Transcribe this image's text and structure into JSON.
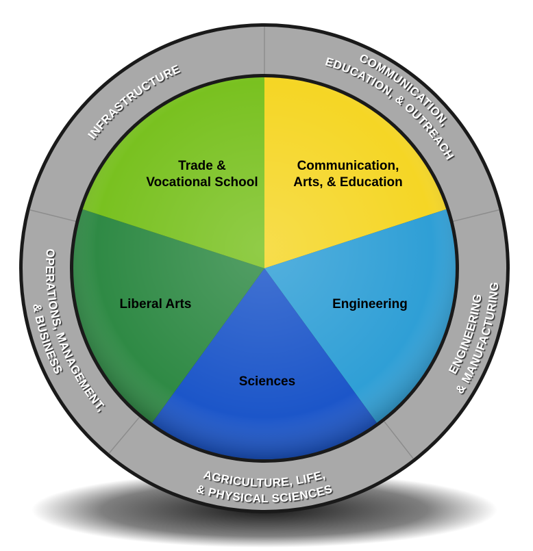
{
  "title": "Career pathways wheel",
  "colors": {
    "ring": "#a9a9a9",
    "ring_edge": "#1a1a1a",
    "label_shadow": "#333333"
  },
  "pie_slices": [
    {
      "label_lines": [
        "Communication,",
        "Arts, & Education"
      ],
      "color": "#f5d625"
    },
    {
      "label_lines": [
        "Engineering"
      ],
      "color": "#2f9fd6"
    },
    {
      "label_lines": [
        "Sciences"
      ],
      "color": "#1c56c9"
    },
    {
      "label_lines": [
        "Liberal Arts"
      ],
      "color": "#2f8a45"
    },
    {
      "label_lines": [
        "Trade &",
        "Vocational School"
      ],
      "color": "#79c120"
    }
  ],
  "ring_sectors": [
    {
      "lines": [
        "INFRASTRUCTURE"
      ]
    },
    {
      "lines": [
        "COMMUNICATION,",
        "EDUCATION, & OUTREACH"
      ]
    },
    {
      "lines": [
        "ENGINEERING",
        "& MANUFACTURING"
      ]
    },
    {
      "lines": [
        "AGRICULTURE, LIFE,",
        "& PHYSICAL SCIENCES"
      ]
    },
    {
      "lines": [
        "OPERATIONS, MANAGEMENT,",
        "& BUSINESS"
      ]
    }
  ]
}
